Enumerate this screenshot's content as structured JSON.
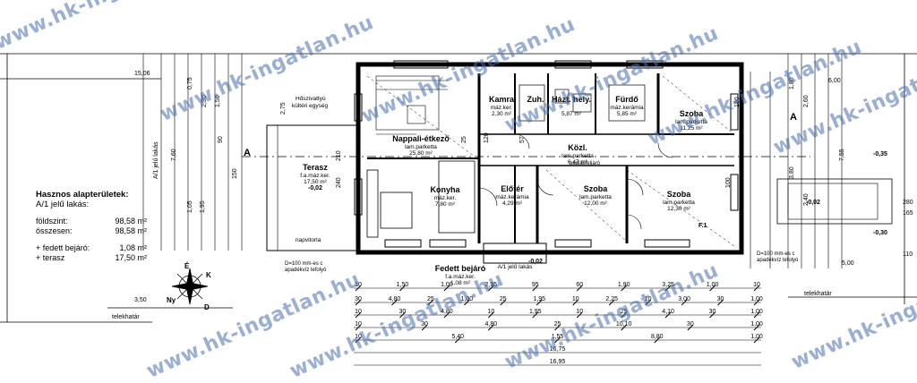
{
  "watermark": "www.hk-ingatlan.hu",
  "summary": {
    "title": "Hasznos alapterületek:",
    "subtitle": "A/1 jelű lakás:",
    "rows": [
      {
        "label": "földszint:",
        "value": "98,58 m²"
      },
      {
        "label": "összesen:",
        "value": "98,58 m²"
      },
      {
        "label": "+ fedett bejáró:",
        "value": "1,08 m²"
      },
      {
        "label": "+ terasz",
        "value": "17,50 m²"
      }
    ]
  },
  "rooms": [
    {
      "name": "Nappali-étkező",
      "floor": "lam.parketta",
      "area": "25,80 m²"
    },
    {
      "name": "Terasz",
      "floor": "f.a.máz.ker.",
      "area": "17,50 m²",
      "level": "-0,02"
    },
    {
      "name": "Konyha",
      "floor": "máz.ker.",
      "area": "7,80 m²"
    },
    {
      "name": "Előtér",
      "floor": "máz.kerámia",
      "area": "4,29 m²"
    },
    {
      "name": "Kamra",
      "floor": "máz.ker.",
      "area": "2,30 m²"
    },
    {
      "name": "Zuh.",
      "floor": "",
      "area": ""
    },
    {
      "name": "Házt. hely.",
      "floor": "",
      "area": "5,87 m²"
    },
    {
      "name": "Fürdő",
      "floor": "máz.kerámia",
      "area": "5,85 m²"
    },
    {
      "name": "Szoba",
      "floor": "lam.parketta",
      "area": "11,25 m²"
    },
    {
      "name": "Közl.",
      "floor": "lam.parketta",
      "area": "6,47 m²"
    },
    {
      "name": "Szoba",
      "floor": "lam.parketta",
      "area": "12,00 m²"
    },
    {
      "name": "Szoba",
      "floor": "lam.parketta",
      "area": "12,30 m²"
    },
    {
      "name": "Fedett bejáró",
      "floor": "f.a.máz.ker.",
      "area": "1,08 m²"
    }
  ],
  "notes": {
    "unit": "Hőszivattyú kültéri egység",
    "napvitorla": "napvitorla",
    "csapadek_left": "D=100 mm-es csapadékvíz lefolyó",
    "csapadek_right": "D=100 mm-es csapadékvíz lefolyó",
    "padlas": "padlásfeljáró",
    "apartment_left": "A/1 jelű lakás",
    "apartment_entry": "A/1 jelű lakás",
    "telekhatar_left": "telekhatár",
    "telekhatar_right": "telekhatár",
    "section_mark": "A",
    "column_mark": "F.1",
    "entry_level": "-0,02",
    "level_right_1": "-0,35",
    "level_right_2": "-0,30",
    "level_drive": "-0,02",
    "compass": [
      "É",
      "K",
      "D",
      "Ny"
    ]
  },
  "dims": {
    "top_left": "15,06",
    "right_top": "6,00",
    "right_bottom": "5,00",
    "left_side": "7,60",
    "left_side_2": "3,50",
    "right_side": "7,55",
    "right_small": [
      "280",
      "165",
      "110"
    ],
    "bottom_rows": [
      [
        "10",
        "1,50",
        "1,00",
        "2,95",
        "95",
        "60",
        "1,90",
        "3,25",
        "1,00",
        "10"
      ],
      [
        "30",
        "4,80",
        "25",
        "1,00",
        "25",
        "1,95",
        "10",
        "2,25",
        "10",
        "3,00",
        "30",
        "1,00"
      ],
      [
        "10",
        "30",
        "4,80",
        "10",
        "1,95",
        "10",
        "25",
        "4,10",
        "30",
        "1,00"
      ],
      [
        "10",
        "30",
        "4,80",
        "25",
        "10,10",
        "30",
        "1,00"
      ],
      [
        "10",
        "5,40",
        "1,55",
        "8,80",
        "1,00"
      ],
      [
        "16,75"
      ],
      [
        "16,95"
      ]
    ],
    "misc": [
      "3,80",
      "1,80",
      "2,60",
      "2,40",
      "2,30",
      "1,95",
      "1,50",
      "1,05",
      "0,75",
      "2,75",
      "90",
      "150",
      "210",
      "240",
      "180",
      "100",
      "120",
      "25",
      "57"
    ]
  }
}
